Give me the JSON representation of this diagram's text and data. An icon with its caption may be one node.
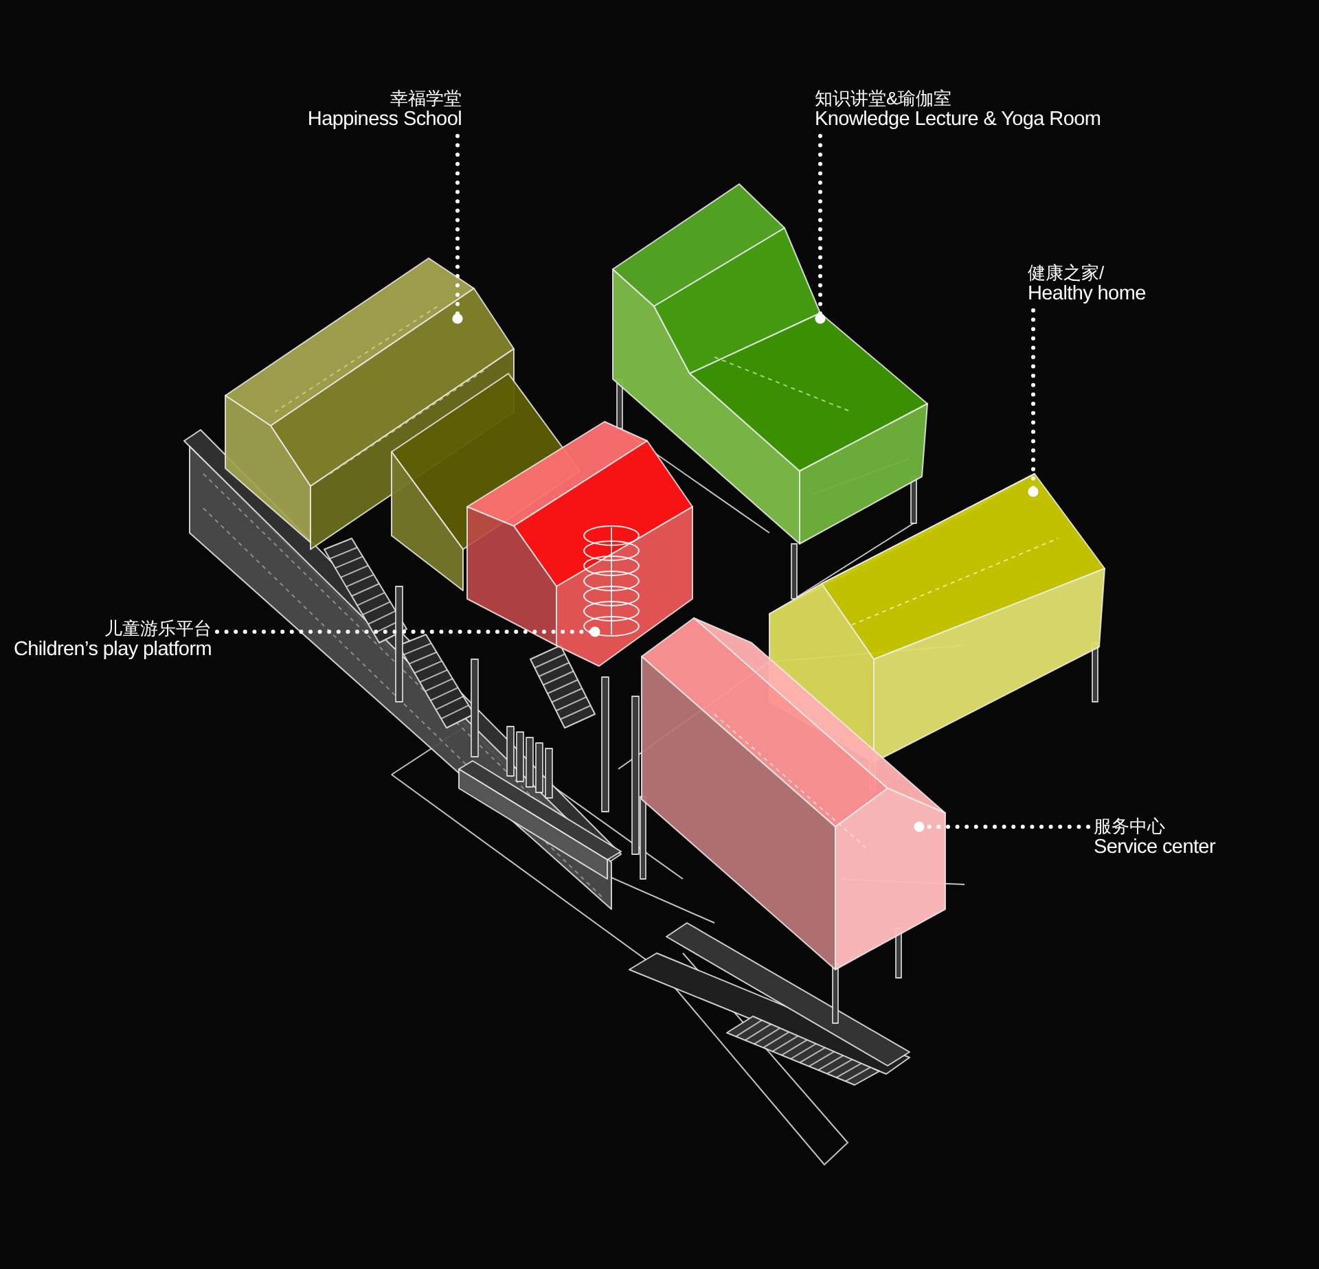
{
  "diagram": {
    "nodes": [
      {
        "text": [
          "幸福学堂",
          "Happiness School"
        ]
      },
      {
        "text": [
          "知识讲堂&瑜伽室",
          "Knowledge Lecture & Yoga Room"
        ]
      },
      {
        "text": [
          "健康之家/",
          "Healthy home"
        ]
      },
      {
        "text": [
          "儿童游乐平台",
          "Children’s play platform"
        ]
      },
      {
        "text": [
          "服务中心",
          "Service center"
        ]
      }
    ],
    "edges": [
      {
        "from": 0,
        "to": null,
        "arrow": "other"
      },
      {
        "from": 1,
        "to": null,
        "arrow": "other"
      },
      {
        "from": 2,
        "to": null,
        "arrow": "other"
      },
      {
        "from": 3,
        "to": null,
        "arrow": "other"
      },
      {
        "from": 4,
        "to": null,
        "arrow": "other"
      }
    ]
  }
}
